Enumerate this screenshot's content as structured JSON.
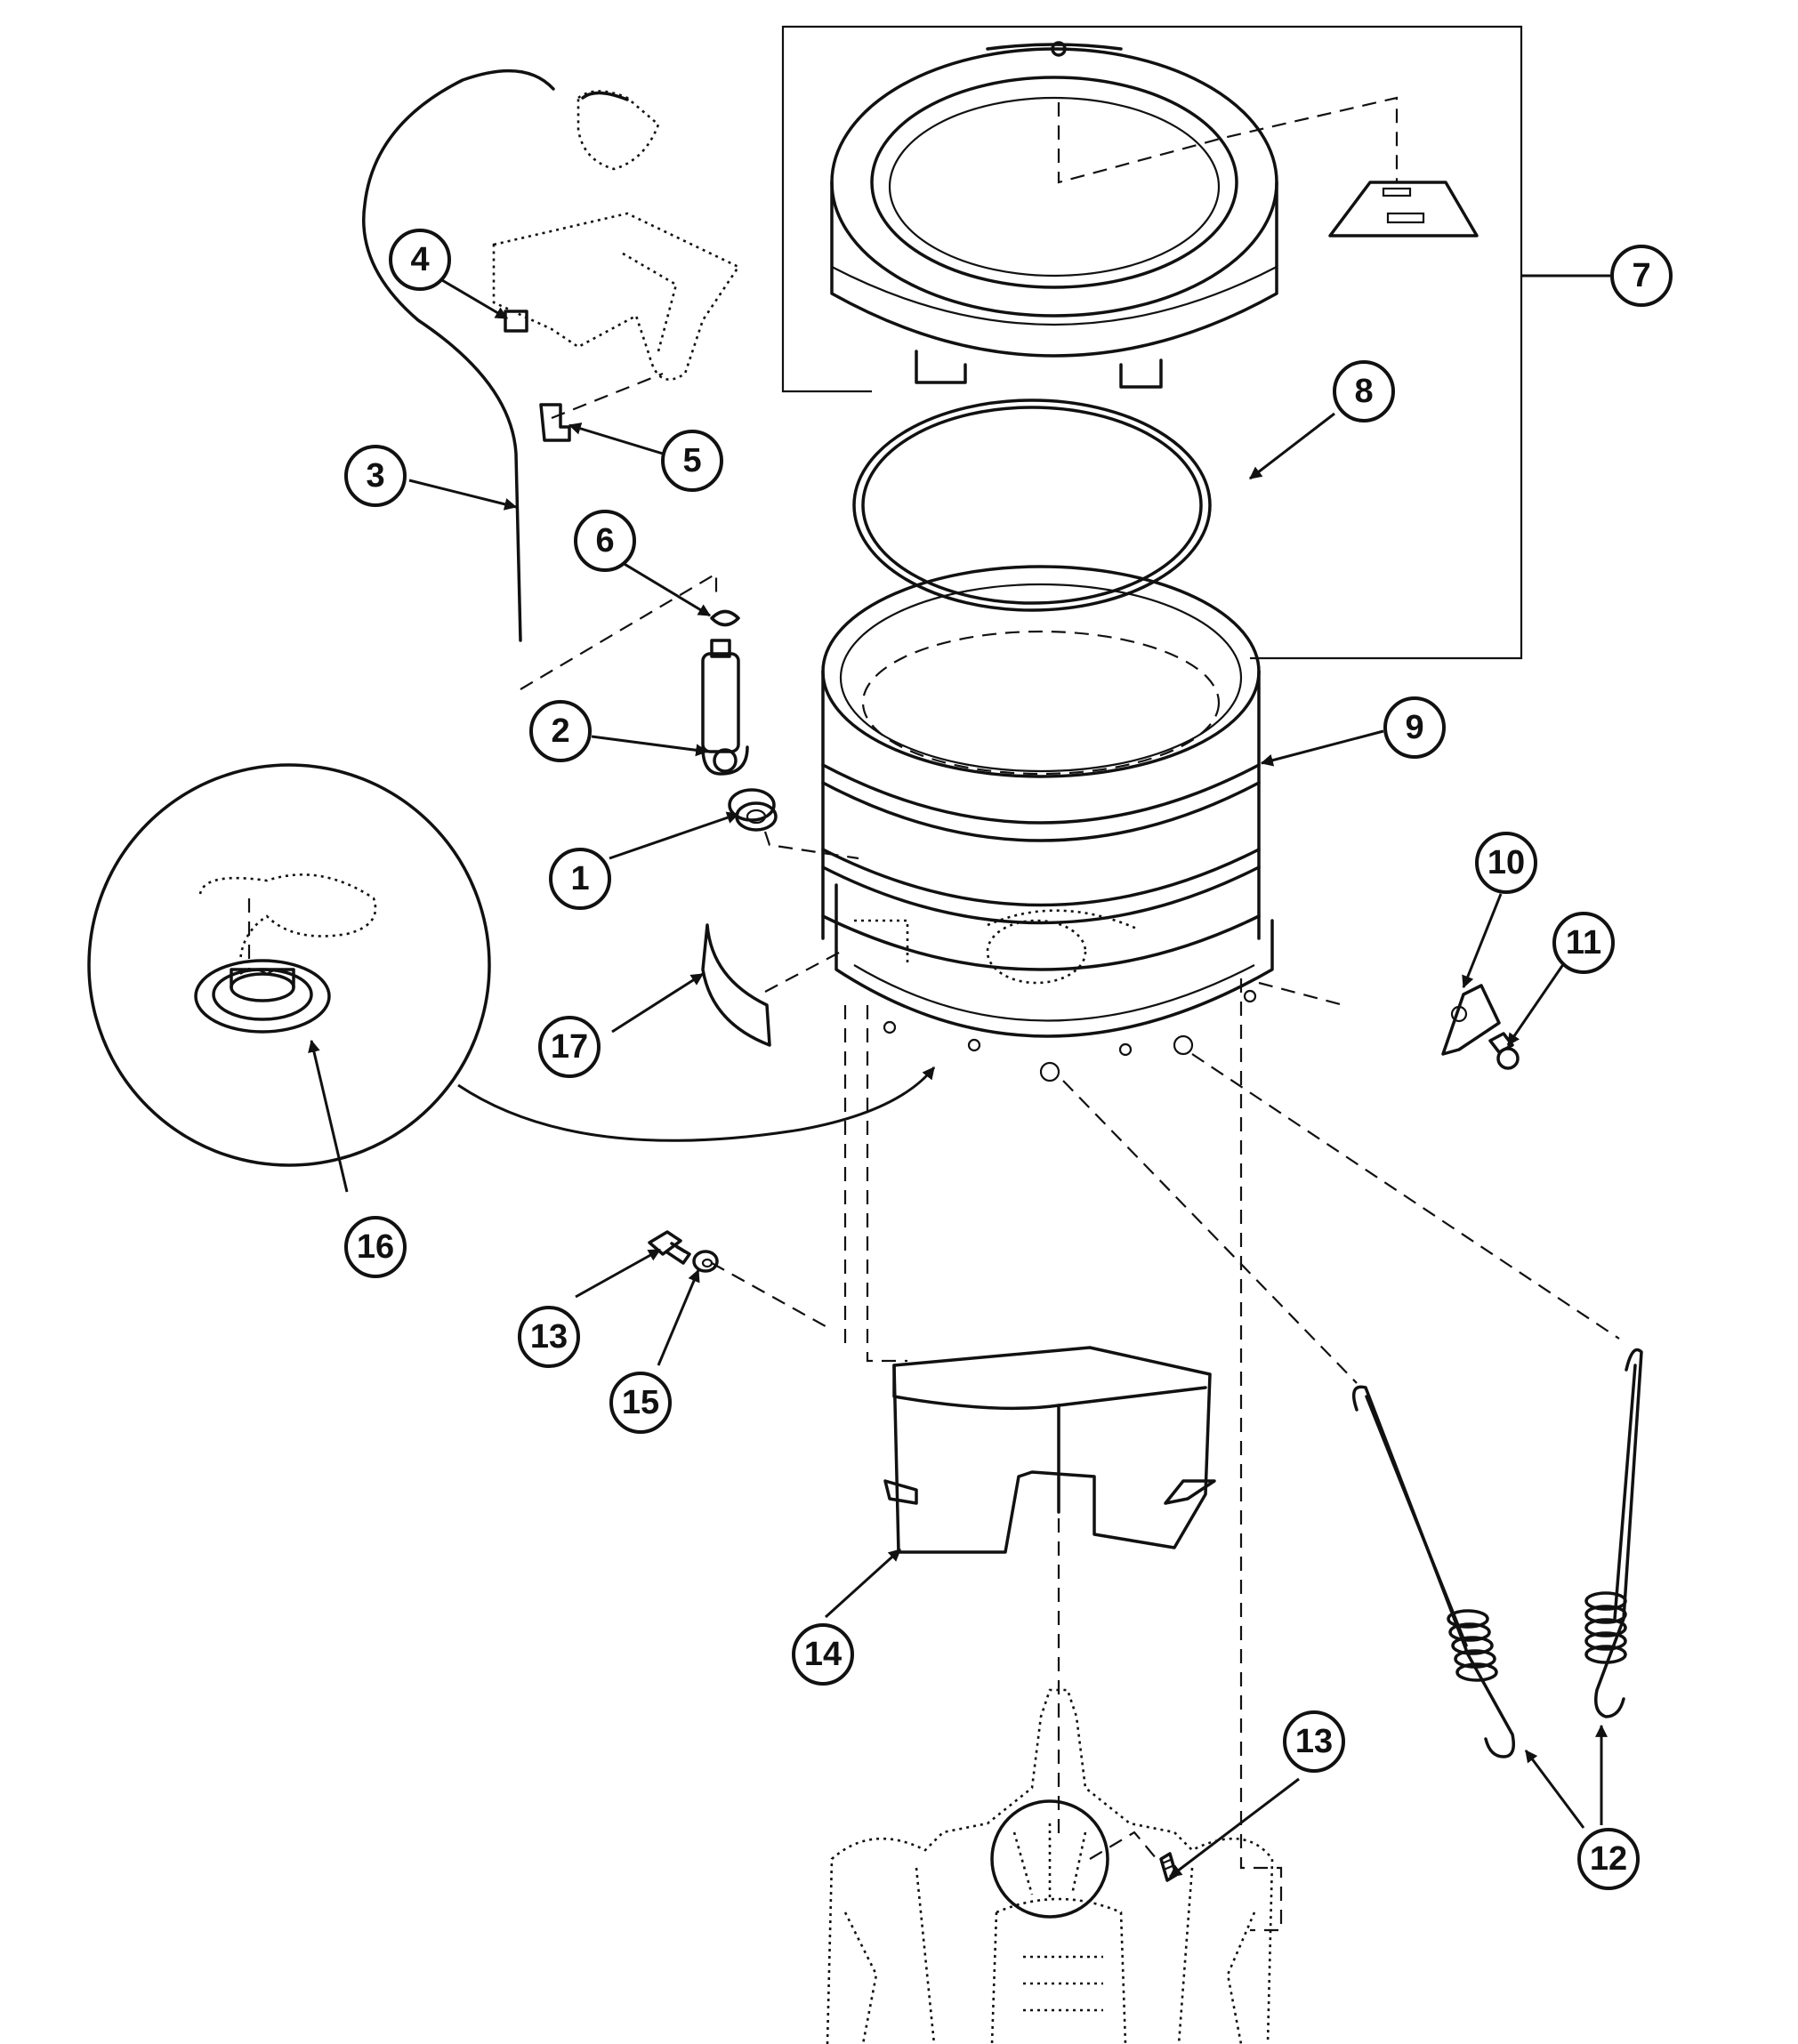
{
  "callouts": [
    {
      "label": "1"
    },
    {
      "label": "2"
    },
    {
      "label": "3"
    },
    {
      "label": "4"
    },
    {
      "label": "5"
    },
    {
      "label": "6"
    },
    {
      "label": "7"
    },
    {
      "label": "8"
    },
    {
      "label": "9"
    },
    {
      "label": "10"
    },
    {
      "label": "11"
    },
    {
      "label": "12"
    },
    {
      "label": "13"
    },
    {
      "label": "13"
    },
    {
      "label": "14"
    },
    {
      "label": "15"
    },
    {
      "label": "16"
    },
    {
      "label": "17"
    }
  ]
}
